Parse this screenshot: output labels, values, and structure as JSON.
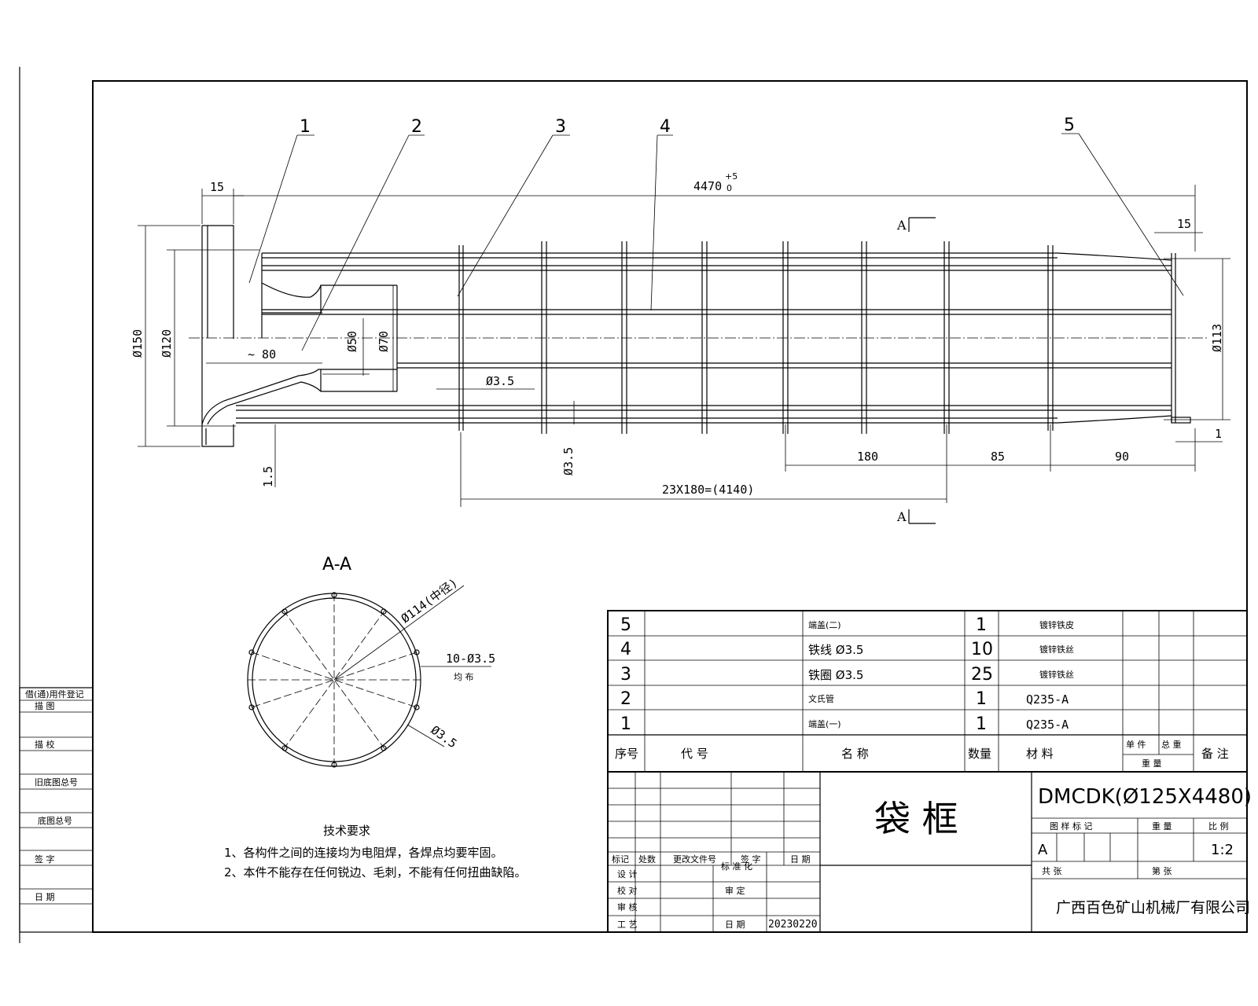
{
  "balloons": [
    "1",
    "2",
    "3",
    "4",
    "5"
  ],
  "dims": {
    "overall": "4470",
    "tol_upper": "+5",
    "tol_lower": "0",
    "left_flange": "15",
    "right_flange": "15",
    "d150": "Ø150",
    "d120": "Ø120",
    "d50": "Ø50",
    "d70": "Ø70",
    "d113": "Ø113",
    "approx80": "~ 80",
    "wire_a": "Ø3.5",
    "wire_b": "Ø3.5",
    "thick": "1.5",
    "gap": "1",
    "s180": "180",
    "s85": "85",
    "s90": "90",
    "pitch": "23X180=(4140)"
  },
  "section": {
    "mark": "A",
    "title": "A-A",
    "d114": "Ø114(中径)",
    "holes": "10-Ø3.5",
    "holes_note": "均 布",
    "wire": "Ø3.5"
  },
  "tech": {
    "title": "技术要求",
    "line1": "1、各构件之间的连接均为电阻焊，各焊点均要牢固。",
    "line2": "2、本件不能存在任何锐边、毛刺，不能有任何扭曲缺陷。"
  },
  "side_table": [
    "借(通)用件登记",
    "描  图",
    "描  校",
    "旧底图总号",
    "底图总号",
    "签  字",
    "日  期"
  ],
  "bom": {
    "headers": {
      "seq": "序号",
      "code": "代        号",
      "name": "名        称",
      "qty": "数量",
      "material": "材        料",
      "unit_weight": "单 件",
      "total_weight": "总 重",
      "weight": "重   量",
      "remark": "备 注"
    },
    "rows": [
      {
        "seq": "5",
        "code": "",
        "name": "端盖(二)",
        "qty": "1",
        "material": "镀锌铁皮"
      },
      {
        "seq": "4",
        "code": "",
        "name": "铁线  Ø3.5",
        "qty": "10",
        "material": "镀锌铁丝"
      },
      {
        "seq": "3",
        "code": "",
        "name": "铁圈  Ø3.5",
        "qty": "25",
        "material": "镀锌铁丝"
      },
      {
        "seq": "2",
        "code": "",
        "name": "文氏管",
        "qty": "1",
        "material": "Q235-A"
      },
      {
        "seq": "1",
        "code": "",
        "name": "端盖(一)",
        "qty": "1",
        "material": "Q235-A"
      }
    ]
  },
  "title_block": {
    "part_name": "袋    框",
    "drawing_no": "DMCDK(Ø125X4480)",
    "stage_label": "图  样  标  记",
    "weight_label": "重   量",
    "scale_label": "比  例",
    "stage": "A",
    "scale": "1:2",
    "total_sheets": "共        张",
    "sheet_no": "第        张",
    "company": "广西百色矿山机械厂有限公司",
    "rev_headers": [
      "标记",
      "处数",
      "更改文件号",
      "签  字",
      "日  期"
    ],
    "roles": [
      "设   计",
      "校   对",
      "审   核",
      "工   艺"
    ],
    "roles2": [
      "标 准 化",
      "审   定",
      "日   期"
    ],
    "date": "20230220"
  }
}
